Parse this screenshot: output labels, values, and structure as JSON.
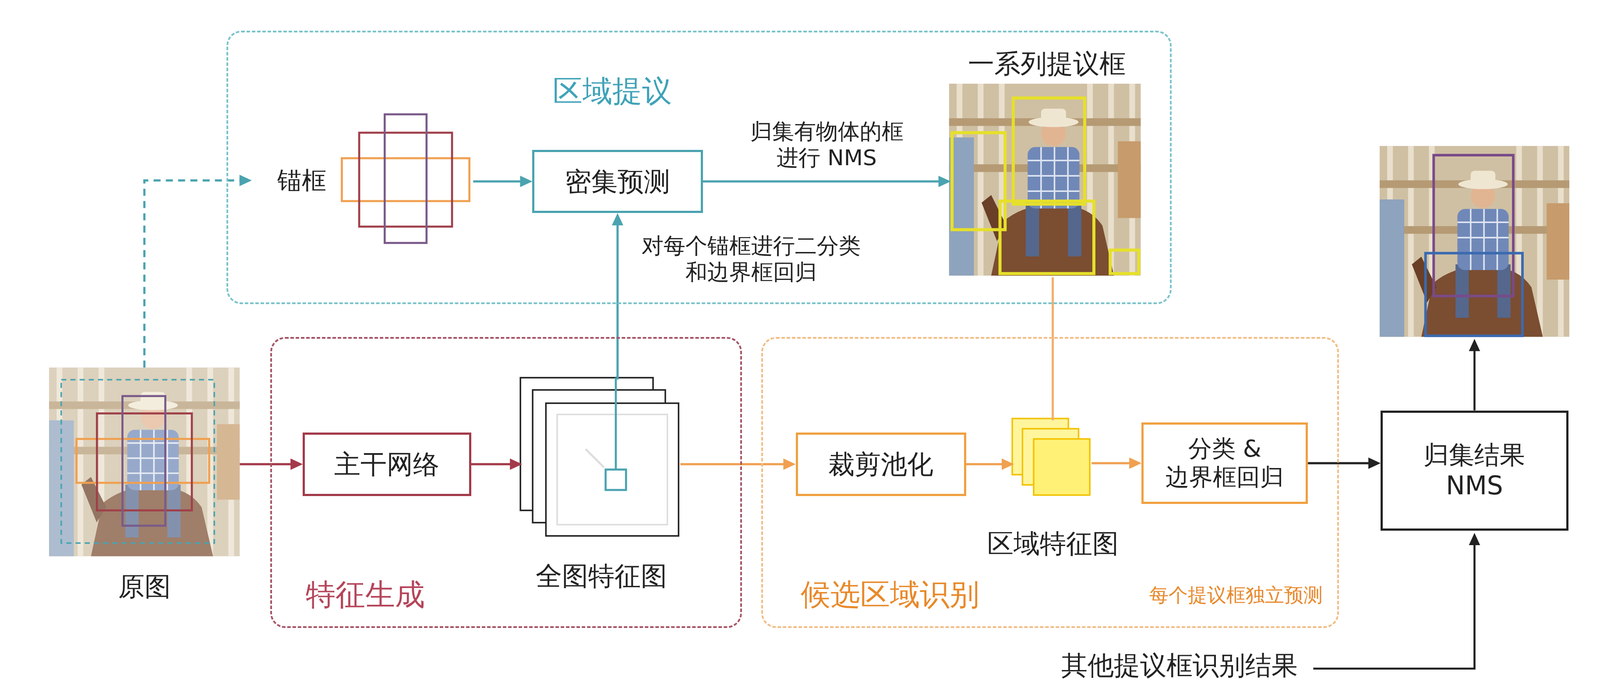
{
  "diagram": {
    "nodes": [
      {
        "text": [
          "区域提议"
        ]
      },
      {
        "text": [
          "锚框"
        ],
        "in": 0
      },
      {
        "text": [
          "密集预测"
        ],
        "in": 0
      },
      {
        "text": [
          "一系列提议框"
        ],
        "in": 0
      },
      {
        "text": [
          "原图"
        ]
      },
      {
        "text": [
          "特征生成"
        ]
      },
      {
        "text": [
          "主干网络"
        ],
        "in": 5
      },
      {
        "text": [
          "全图特征图"
        ],
        "in": 5
      },
      {
        "text": [
          "候选区域识别",
          "每个提议框独立预测"
        ]
      },
      {
        "text": [
          "裁剪池化"
        ],
        "in": 8
      },
      {
        "text": [
          "区域特征图"
        ],
        "in": 8
      },
      {
        "text": [
          "分类 & 边界框回归"
        ],
        "in": 8
      },
      {
        "text": [
          "归集结果 NMS"
        ]
      }
    ],
    "edges": [
      {
        "from": 4,
        "to": 1,
        "arrow": "to"
      },
      {
        "from": 1,
        "to": 2,
        "arrow": "to"
      },
      {
        "from": 2,
        "to": 3,
        "label": "归集有物体的框 进行 NMS",
        "arrow": "to"
      },
      {
        "from": 7,
        "to": 2,
        "label": "对每个锚框进行二分类 和边界框回归",
        "arrow": "to"
      },
      {
        "from": 4,
        "to": 6,
        "arrow": "to"
      },
      {
        "from": 6,
        "to": 7,
        "arrow": "to"
      },
      {
        "from": 7,
        "to": 9,
        "arrow": "to"
      },
      {
        "from": 3,
        "to": 10,
        "arrow": "none"
      },
      {
        "from": 9,
        "to": 10,
        "arrow": "to"
      },
      {
        "from": 10,
        "to": 11,
        "arrow": "to"
      },
      {
        "from": 11,
        "to": 12,
        "arrow": "to"
      }
    ],
    "labels": [
      "其他提议框识别结果"
    ]
  }
}
